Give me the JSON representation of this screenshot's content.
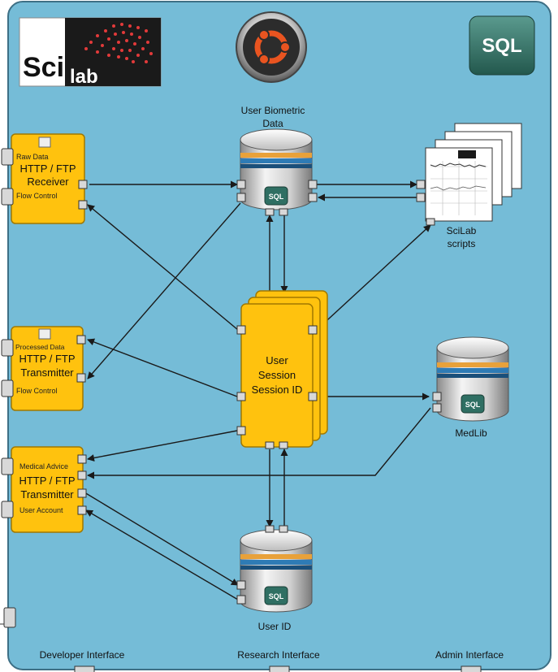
{
  "logos": {
    "scilab": {
      "part1": "Sci",
      "part2": "lab"
    },
    "sql_badge": "SQL"
  },
  "databases": {
    "biometric": {
      "label_line1": "User Biometric",
      "label_line2": "Data",
      "badge": "SQL"
    },
    "medlib": {
      "label": "MedLib",
      "badge": "SQL"
    },
    "user_id": {
      "label": "User ID",
      "badge": "SQL"
    }
  },
  "components": {
    "receiver": {
      "port_top": "Raw Data",
      "title_line1": "HTTP / FTP",
      "title_line2": "Receiver",
      "port_bottom": "Flow Control"
    },
    "transmitter1": {
      "port_top": "Processed Data",
      "title_line1": "HTTP / FTP",
      "title_line2": "Transmitter",
      "port_bottom": "Flow Control"
    },
    "transmitter2": {
      "port_top": "Medical Advice",
      "title_line1": "HTTP / FTP",
      "title_line2": "Transmitter",
      "port_bottom": "User Account"
    },
    "session": {
      "line1": "User",
      "line2": "Session",
      "line3": "Session ID"
    }
  },
  "scripts": {
    "label_line1": "SciLab",
    "label_line2": "scripts"
  },
  "interfaces": {
    "developer": "Developer Interface",
    "research": "Research Interface",
    "admin": "Admin Interface"
  },
  "colors": {
    "background": "#75bcd7",
    "component_fill": "#ffc20e",
    "component_border": "#a07800",
    "connector": "#1a1a1a",
    "port_fill": "#d8d8d8"
  }
}
